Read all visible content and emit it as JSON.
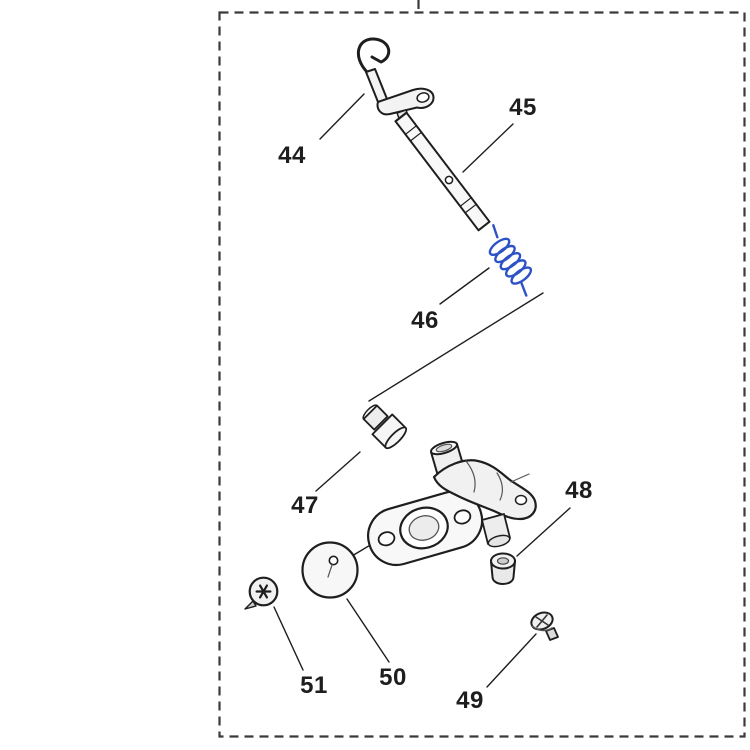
{
  "diagram": {
    "kind": "exploded-parts-diagram",
    "labels": {
      "l44": "44",
      "l45": "45",
      "l46": "46",
      "l47": "47",
      "l48": "48",
      "l49": "49",
      "l50": "50",
      "l51": "51"
    },
    "highlighted_part": "46",
    "colors": {
      "background": "#ffffff",
      "line": "#1e1e1e",
      "border": "#3a3a3a",
      "highlight": "#2d52c5"
    }
  }
}
